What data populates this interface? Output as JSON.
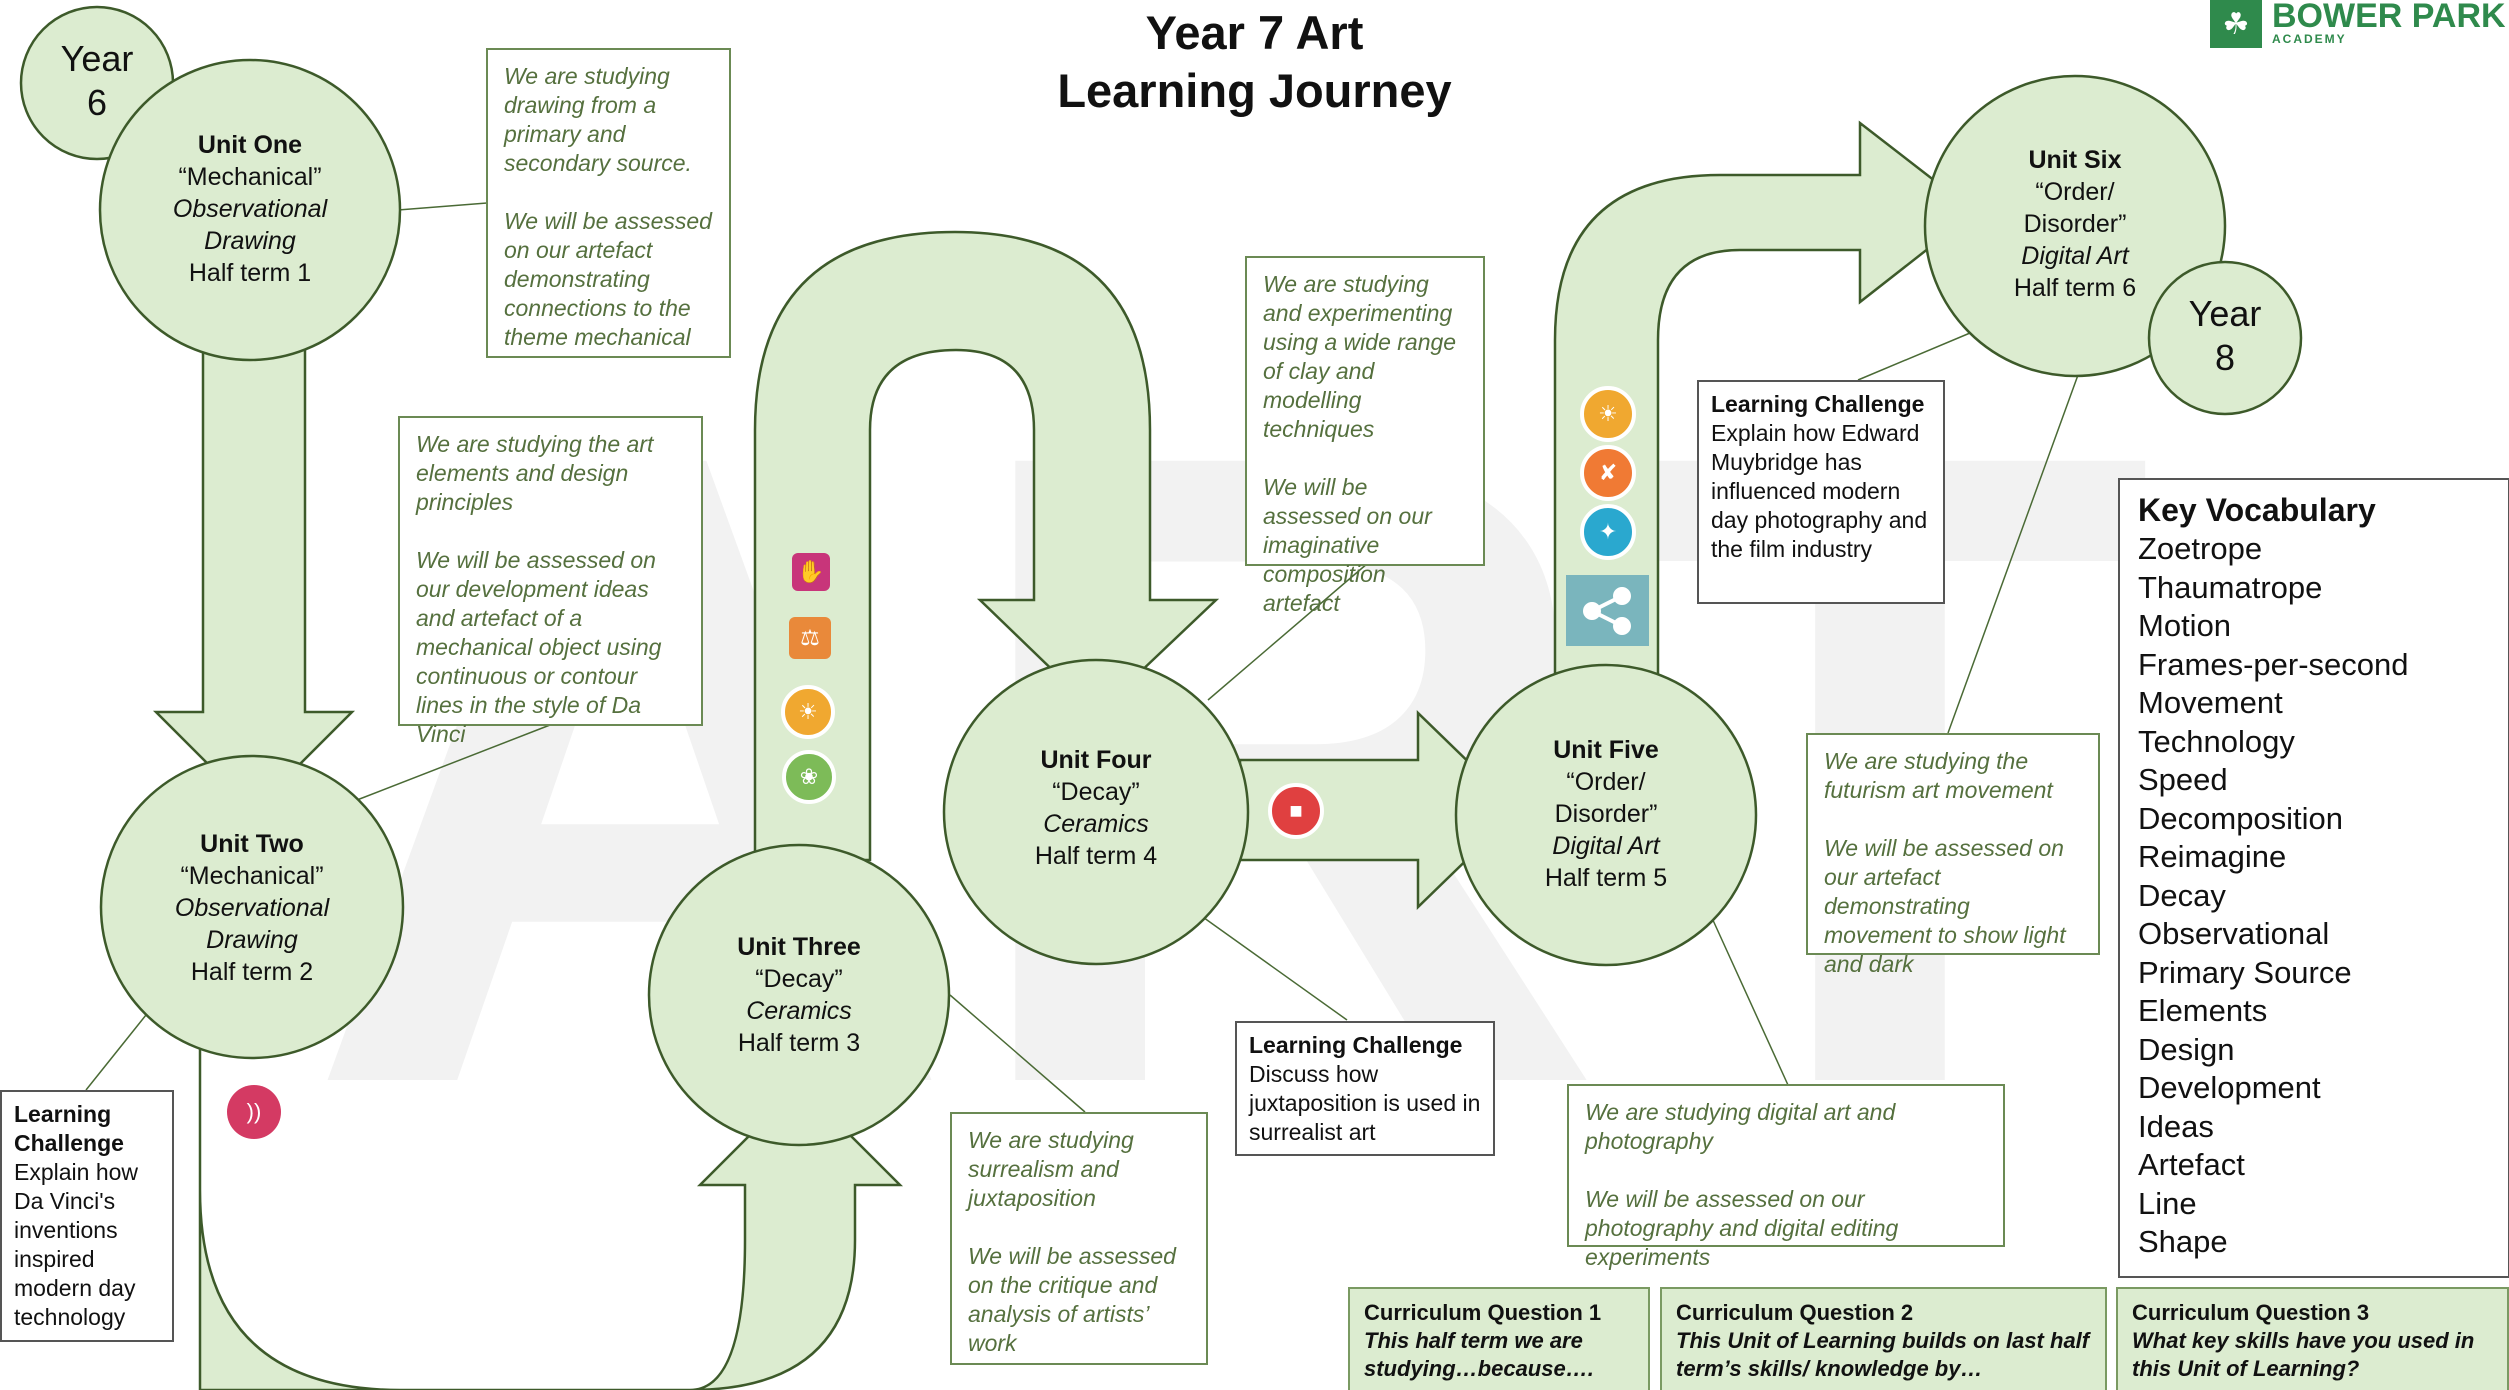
{
  "title": {
    "line1": "Year 7 Art",
    "line2": "Learning Journey"
  },
  "logo": {
    "name": "BOWER PARK",
    "sub": "ACADEMY"
  },
  "watermark": "ART",
  "years": {
    "start": {
      "label": "Year",
      "num": "6"
    },
    "end": {
      "label": "Year",
      "num": "8"
    }
  },
  "units": [
    {
      "name": "Unit One",
      "theme": "“Mechanical”",
      "medium": "Observational Drawing",
      "term": "Half term 1"
    },
    {
      "name": "Unit Two",
      "theme": "“Mechanical”",
      "medium": "Observational Drawing",
      "term": "Half term 2"
    },
    {
      "name": "Unit Three",
      "theme": "“Decay”",
      "medium": "Ceramics",
      "term": "Half term 3"
    },
    {
      "name": "Unit Four",
      "theme": "“Decay”",
      "medium": "Ceramics",
      "term": "Half term 4"
    },
    {
      "name": "Unit Five",
      "theme": "“Order/ Disorder”",
      "medium": "Digital Art",
      "term": "Half term 5"
    },
    {
      "name": "Unit Six",
      "theme": "“Order/ Disorder”",
      "medium": "Digital Art",
      "term": "Half term 6"
    }
  ],
  "notes": {
    "unit1": {
      "study": "We are studying drawing from a primary and secondary source.",
      "assess": "We will be assessed on our artefact demonstrating connections to the theme mechanical"
    },
    "unit2": {
      "study": "We are studying the art elements and design principles",
      "assess": "We will be assessed on our development ideas and artefact of a mechanical object using continuous or contour lines in the style of Da Vinci"
    },
    "unit3": {
      "study": "We are studying surrealism and juxtaposition",
      "assess": "We will be assessed on the critique and analysis of artists’ work"
    },
    "unit4": {
      "study": "We are studying and experimenting using a wide range of clay and modelling techniques",
      "assess": "We will be assessed on our imaginative composition artefact"
    },
    "unit5": {
      "study": "We are studying digital art and photography",
      "assess": "We will be assessed on our photography and digital editing experiments"
    },
    "unit6": {
      "study": "We are studying the futurism art movement",
      "assess": "We will be assessed on our artefact demonstrating movement to show light and dark"
    }
  },
  "learning_challenges": {
    "lc1": {
      "heading": "Learning Challenge",
      "text": "Explain how Da Vinci's inventions inspired modern day technology"
    },
    "lc2": {
      "heading": "Learning Challenge",
      "text": "Discuss how juxtaposition is used in surrealist art"
    },
    "lc3": {
      "heading": "Learning Challenge",
      "text": "Explain how Edward Muybridge has influenced modern day photography and the film industry"
    }
  },
  "vocabulary": {
    "heading": "Key Vocabulary",
    "words": [
      "Zoetrope",
      "Thaumatrope",
      "Motion",
      "Frames-per-second",
      "Movement",
      "Technology",
      "Speed",
      "Decomposition",
      "Reimagine",
      "Decay",
      "Observational",
      "Primary Source",
      "Elements",
      "Design",
      "Development",
      "Ideas",
      "Artefact",
      "Line",
      "Shape"
    ]
  },
  "curriculum_questions": [
    {
      "heading": "Curriculum  Question 1",
      "text": "This half term we are studying…because…."
    },
    {
      "heading": "Curriculum  Question  2",
      "text": "This Unit of Learning builds on last half term’s skills/ knowledge by…"
    },
    {
      "heading": "Curriculum Question 3",
      "text": "What key skills have you used in this Unit of Learning?"
    }
  ],
  "colors": {
    "path_fill": "#dcecd0",
    "path_stroke": "#3d5a2a",
    "note_text": "#55703e",
    "logo_green": "#2f8a4c"
  },
  "icons": [
    {
      "name": "listening-icon",
      "label": "LISTENING",
      "color": "#d43a63"
    },
    {
      "name": "democracy-icon",
      "label": "Democracy",
      "color": "#c8357a"
    },
    {
      "name": "rule-of-law-icon",
      "label": "Rule of Law",
      "color": "#e9893a"
    },
    {
      "name": "lightbulb-icon",
      "label": "CREATIVITY",
      "color": "#f0a830"
    },
    {
      "name": "leaf-icon",
      "label": "LEADERSHIP",
      "color": "#7dbb58"
    },
    {
      "name": "speaking-icon",
      "label": "SPEAKING",
      "color": "#e04040"
    },
    {
      "name": "problem-solving-icon",
      "label": "PROBLEM SOLVING",
      "color": "#f07a34"
    },
    {
      "name": "teamwork-icon",
      "label": "TEAMWORK",
      "color": "#2aa8cf"
    },
    {
      "name": "share-icon",
      "label": "",
      "color": "#7ab5bd"
    }
  ]
}
